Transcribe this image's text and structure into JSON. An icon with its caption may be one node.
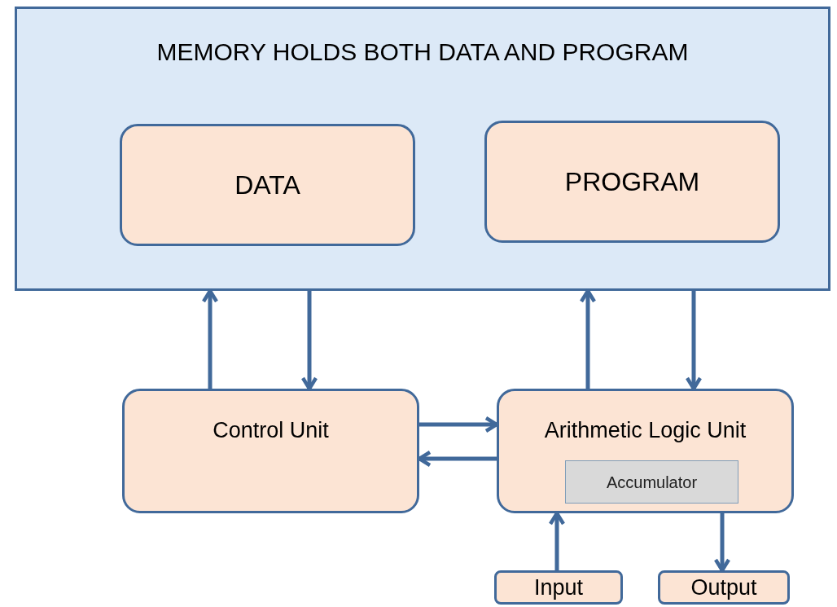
{
  "diagram": {
    "nodes": [
      {
        "text": [
          "MEMORY HOLDS BOTH DATA AND PROGRAM"
        ]
      },
      {
        "text": [
          "DATA"
        ],
        "in": 0
      },
      {
        "text": [
          "PROGRAM"
        ],
        "in": 0
      },
      {
        "text": [
          "Control Unit"
        ]
      },
      {
        "text": [
          "Arithmetic Logic Unit"
        ]
      },
      {
        "text": [
          "Accumulator"
        ],
        "in": 4
      },
      {
        "text": [
          "Input"
        ]
      },
      {
        "text": [
          "Output"
        ]
      }
    ],
    "edges": [
      {
        "from": 3,
        "to": 0,
        "arrow": "to"
      },
      {
        "from": 0,
        "to": 3,
        "arrow": "to"
      },
      {
        "from": 4,
        "to": 0,
        "arrow": "to"
      },
      {
        "from": 0,
        "to": 4,
        "arrow": "to"
      },
      {
        "from": 3,
        "to": 4,
        "arrow": "to"
      },
      {
        "from": 4,
        "to": 3,
        "arrow": "to"
      },
      {
        "from": 6,
        "to": 4,
        "arrow": "to"
      },
      {
        "from": 4,
        "to": 7,
        "arrow": "to"
      }
    ]
  }
}
